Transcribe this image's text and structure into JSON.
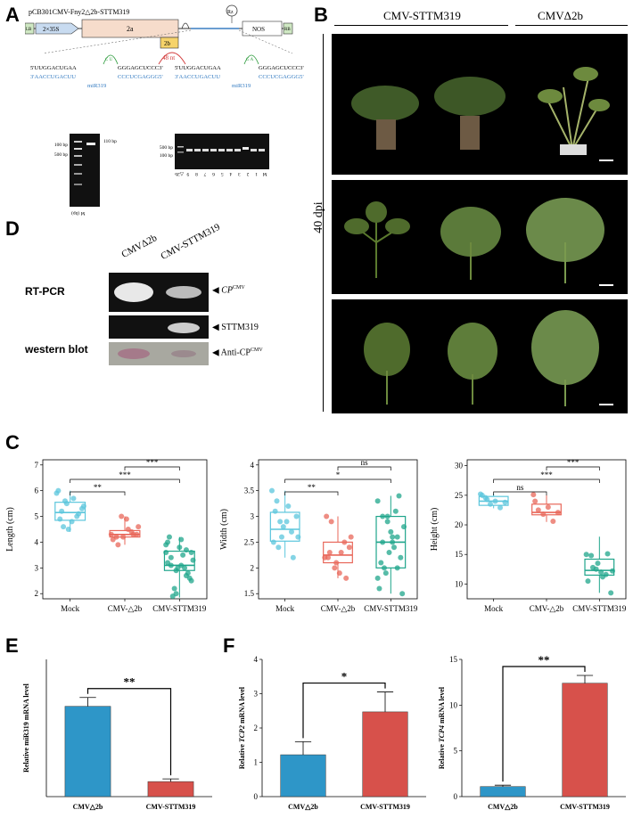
{
  "panels": {
    "a": "A",
    "b": "B",
    "c": "C",
    "d": "D",
    "e": "E",
    "f": "F"
  },
  "panelA": {
    "construct_title": "pCB301CMV-Fny2△2b-STTM319",
    "rz": "Rz",
    "lb": "LB",
    "p35s": "2×35S",
    "r2a": "2a",
    "r2b": "2b",
    "nos": "NOS",
    "rb": "RB",
    "loop_48": "48 nt",
    "left_top": "5'UUGGACUGAA",
    "left_mid": "GGGAGCUCCC3'",
    "left_bot": "3'AACCUGACUU",
    "left_bot2": "CCCUCGAGGG5'",
    "right_top": "5'UUGGACUGAA",
    "right_mid": "GGGAGCUCCC3'",
    "right_bot": "3'AACCUGACUU",
    "right_bot2": "CCCUCGAGGG5'",
    "cu": "C U",
    "ga": "G A",
    "mir319_left": "miR319",
    "mir319_right": "miR319",
    "gel1_labels": [
      "100 bp",
      "500 bp"
    ],
    "gel1_right": "110 bp",
    "gel1_marker": "M (bp)",
    "gel2_labels": [
      "500 bp",
      "100 bp"
    ],
    "gel2_lanes": [
      "M",
      "1",
      "2",
      "3",
      "4",
      "5",
      "6",
      "7",
      "8",
      "9",
      "△2b"
    ]
  },
  "panelB": {
    "group1": "CMV-STTM319",
    "group2": "CMVΔ2b",
    "dpi": "40 dpi"
  },
  "panelD": {
    "col1": "CMVΔ2b",
    "col2": "CMV-STTM319",
    "row1": "RT-PCR",
    "row3": "western blot",
    "mark1": "CP",
    "mark1_sup": "CMV",
    "mark2": "STTM319",
    "mark3": "Anti-CP",
    "mark3_sup": "CMV"
  },
  "chart_data": [
    {
      "type": "box",
      "ylabel": "Length (cm)",
      "categories": [
        "Mock",
        "CMV-△2b",
        "CMV-STTM319"
      ],
      "ylim": [
        1.8,
        7.2
      ],
      "yticks": [
        2,
        3,
        4,
        5,
        6,
        7
      ],
      "boxes": [
        {
          "q1": 4.85,
          "median": 5.15,
          "q3": 5.55,
          "lo": 4.4,
          "hi": 6.0
        },
        {
          "q1": 4.2,
          "median": 4.3,
          "q3": 4.45,
          "lo": 3.9,
          "hi": 5.0
        },
        {
          "q1": 2.9,
          "median": 3.1,
          "q3": 3.65,
          "lo": 1.85,
          "hi": 4.2
        }
      ],
      "points": [
        [
          5.9,
          5.2,
          5.5,
          4.8,
          5.0,
          5.3,
          6.0,
          4.6,
          4.5,
          5.7,
          5.1,
          5.4,
          4.9,
          5.6
        ],
        [
          4.3,
          4.2,
          5.0,
          4.9,
          4.4,
          4.3,
          4.1,
          3.9,
          4.2,
          4.5,
          4.3,
          4.6
        ],
        [
          3.6,
          3.1,
          2.9,
          4.1,
          3.7,
          2.5,
          3.2,
          1.9,
          3.0,
          3.5,
          2.8,
          3.3,
          4.2,
          2.2,
          3.8,
          3.0,
          2.6,
          3.9,
          3.4,
          2.0,
          3.1,
          2.7,
          3.6,
          4.0
        ]
      ],
      "comparisons": [
        {
          "from": 0,
          "to": 1,
          "label": "**"
        },
        {
          "from": 0,
          "to": 2,
          "label": "***"
        },
        {
          "from": 1,
          "to": 2,
          "label": "***"
        }
      ]
    },
    {
      "type": "box",
      "ylabel": "Width (cm)",
      "categories": [
        "Mock",
        "CMV-△2b",
        "CMV-STTM319"
      ],
      "ylim": [
        1.4,
        4.1
      ],
      "yticks": [
        1.5,
        2.0,
        2.5,
        3.0,
        3.5,
        4.0
      ],
      "boxes": [
        {
          "q1": 2.52,
          "median": 2.75,
          "q3": 3.08,
          "lo": 2.2,
          "hi": 3.5
        },
        {
          "q1": 2.1,
          "median": 2.25,
          "q3": 2.5,
          "lo": 1.8,
          "hi": 3.0
        },
        {
          "q1": 2.0,
          "median": 2.5,
          "q3": 3.0,
          "lo": 1.5,
          "hi": 3.4
        }
      ],
      "points": [
        [
          3.5,
          3.3,
          2.6,
          2.9,
          2.7,
          3.0,
          2.5,
          2.4,
          2.8,
          3.2,
          2.2,
          2.6,
          3.1,
          2.9
        ],
        [
          2.2,
          2.3,
          2.0,
          1.9,
          2.5,
          2.4,
          3.0,
          2.9,
          2.1,
          2.3,
          1.8,
          2.6,
          2.2
        ],
        [
          3.3,
          3.0,
          2.9,
          2.5,
          2.6,
          1.5,
          1.6,
          2.0,
          2.3,
          2.4,
          3.4,
          2.8,
          2.1,
          1.9,
          2.7,
          3.1,
          2.2,
          1.8,
          2.5,
          3.0,
          2.6,
          2.0
        ]
      ],
      "comparisons": [
        {
          "from": 0,
          "to": 1,
          "label": "**"
        },
        {
          "from": 0,
          "to": 2,
          "label": "*"
        },
        {
          "from": 1,
          "to": 2,
          "label": "ns"
        }
      ]
    },
    {
      "type": "box",
      "ylabel": "Height (cm)",
      "categories": [
        "Mock",
        "CMV-△2b",
        "CMV-STTM319"
      ],
      "ylim": [
        7.5,
        31
      ],
      "yticks": [
        10,
        15,
        20,
        25,
        30
      ],
      "boxes": [
        {
          "q1": 23.3,
          "median": 24.0,
          "q3": 24.8,
          "lo": 22.8,
          "hi": 25.3
        },
        {
          "q1": 21.7,
          "median": 22.1,
          "q3": 23.5,
          "lo": 20.5,
          "hi": 25.0
        },
        {
          "q1": 11.5,
          "median": 12.3,
          "q3": 14.2,
          "lo": 8.5,
          "hi": 18.0
        }
      ],
      "points": [
        [
          25.2,
          24.6,
          23.5,
          24.0,
          22.9,
          23.8,
          25.0,
          24.3
        ],
        [
          25.1,
          22.5,
          21.8,
          23.0,
          20.6,
          22.1,
          24.0
        ],
        [
          15.0,
          14.8,
          12.5,
          12.0,
          11.6,
          8.5,
          10.5,
          12.8,
          13.5,
          11.2,
          15.1,
          12.2
        ]
      ],
      "comparisons": [
        {
          "from": 0,
          "to": 1,
          "label": "ns"
        },
        {
          "from": 0,
          "to": 2,
          "label": "***"
        },
        {
          "from": 1,
          "to": 2,
          "label": "***"
        }
      ]
    },
    {
      "type": "bar",
      "ylabel": "Relative miR319 mRNA level",
      "categories": [
        "CMV△2b",
        "CMV-STTM319"
      ],
      "values": [
        1.02,
        0.17
      ],
      "errors": [
        0.1,
        0.03
      ],
      "ylim": [
        0,
        1.55
      ],
      "yticks": [],
      "colors": [
        "#2e96c8",
        "#d7514b"
      ],
      "sig": "**"
    },
    {
      "type": "bar",
      "ylabel_pre": "Relative ",
      "ylabel_gene": "TCP2",
      "ylabel_post": " mRNA level",
      "categories": [
        "CMV△2b",
        "CMV-STTM319"
      ],
      "values": [
        1.22,
        2.47
      ],
      "errors": [
        0.38,
        0.58
      ],
      "ylim": [
        0,
        4
      ],
      "yticks": [
        0,
        1,
        2,
        3,
        4
      ],
      "colors": [
        "#2e96c8",
        "#d7514b"
      ],
      "sig": "*"
    },
    {
      "type": "bar",
      "ylabel_pre": "Relative ",
      "ylabel_gene": "TCP4",
      "ylabel_post": " mRNA level",
      "categories": [
        "CMV△2b",
        "CMV-STTM319"
      ],
      "values": [
        1.1,
        12.4
      ],
      "errors": [
        0.15,
        0.85
      ],
      "ylim": [
        0,
        15
      ],
      "yticks": [
        0,
        5,
        10,
        15
      ],
      "colors": [
        "#2e96c8",
        "#d7514b"
      ],
      "sig": "**"
    }
  ]
}
